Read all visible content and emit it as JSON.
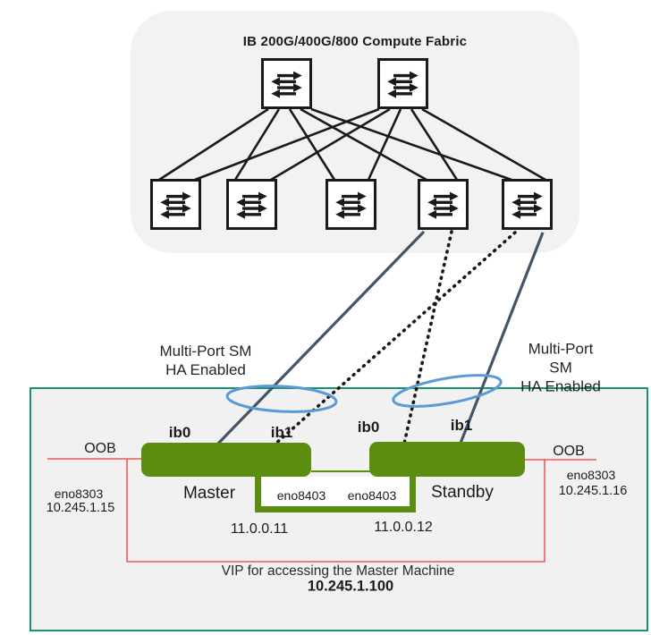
{
  "colors": {
    "fabric_bg": "#f2f2f2",
    "cluster_bg": "#f1f1f1",
    "cluster_border": "#17946f",
    "node_green": "#5b8d11",
    "ellipse_blue": "#5b9bd5",
    "solid_link": "#44546a",
    "dotted_link": "#1a1a1a",
    "link_black": "#1a1a1a",
    "oob_red": "#ee5b5b"
  },
  "icons": {
    "switch": "bidirectional-arrows-icon"
  },
  "fabric": {
    "title": "IB 200G/400G/800 Compute Fabric",
    "spine_switches": 2,
    "leaf_switches": 5
  },
  "ha_annotations": {
    "left": "Multi-Port SM\nHA Enabled",
    "right": "Multi-Port SM\nHA Enabled"
  },
  "cluster": {
    "master": {
      "name": "Master",
      "port_ib0": "ib0",
      "port_ib1": "ib1",
      "oob_label": "OOB",
      "oob_interface": "eno8303",
      "oob_ip": "10.245.1.15",
      "ha_interface": "eno8403",
      "ha_ip": "11.0.0.11"
    },
    "standby": {
      "name": "Standby",
      "port_ib0": "ib0",
      "port_ib1": "ib1",
      "oob_label": "OOB",
      "oob_interface": "eno8303",
      "oob_ip": "10.245.1.16",
      "ha_interface": "eno8403",
      "ha_ip": "11.0.0.12"
    },
    "vip": {
      "caption": "VIP for accessing the Master Machine",
      "address": "10.245.1.100"
    }
  }
}
